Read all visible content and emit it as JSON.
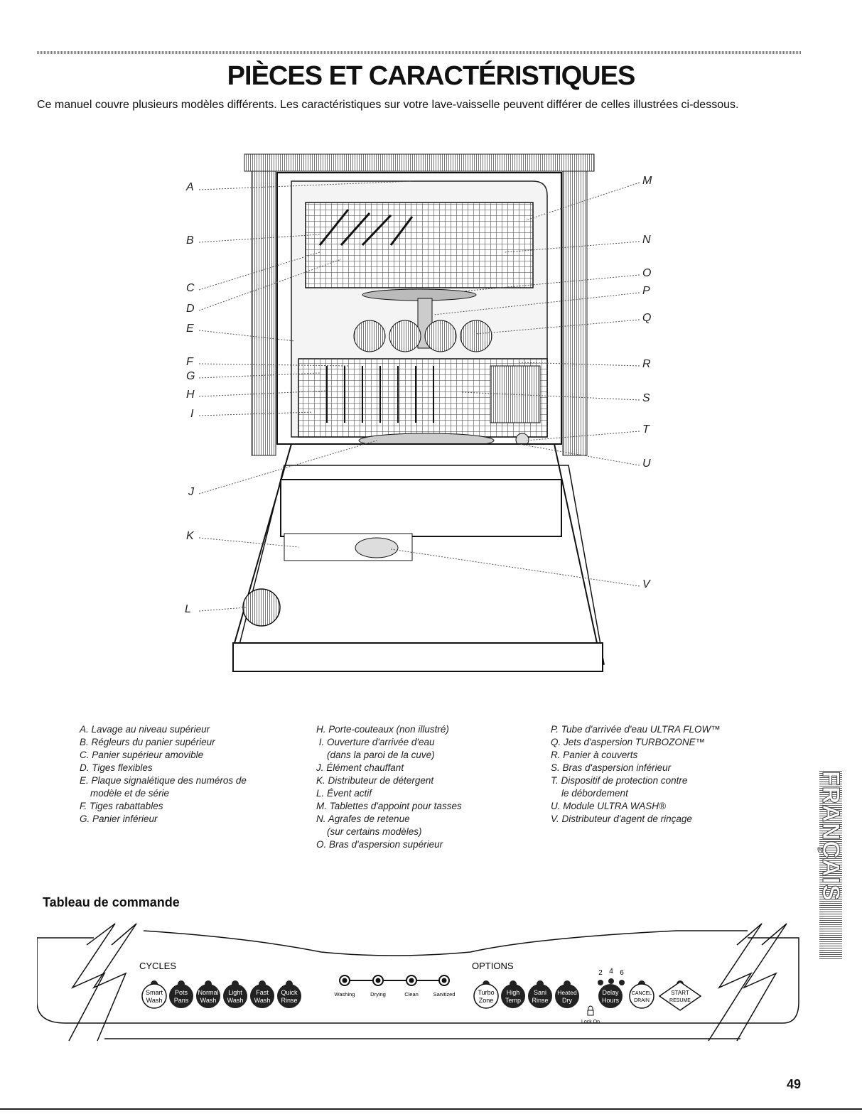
{
  "title": "PIÈCES ET CARACTÉRISTIQUES",
  "intro": "Ce manuel couvre plusieurs modèles différents. Les caractéristiques sur votre lave-vaisselle peuvent différer de celles illustrées ci-dessous.",
  "labels": {
    "A": "A",
    "B": "B",
    "C": "C",
    "D": "D",
    "E": "E",
    "F": "F",
    "G": "G",
    "H": "H",
    "I": "I",
    "J": "J",
    "K": "K",
    "L": "L",
    "M": "M",
    "N": "N",
    "O": "O",
    "P": "P",
    "Q": "Q",
    "R": "R",
    "S": "S",
    "T": "T",
    "U": "U",
    "V": "V"
  },
  "legend": {
    "col1": [
      "A. Lavage au niveau supérieur",
      "B. Régleurs du panier supérieur",
      "C. Panier supérieur amovible",
      "D. Tiges flexibles",
      "E. Plaque signalétique des numéros de",
      "    modèle et de série",
      "F. Tiges rabattables",
      "G. Panier inférieur"
    ],
    "col2": [
      "H. Porte-couteaux (non illustré)",
      " I. Ouverture d'arrivée d'eau",
      "    (dans la paroi de la cuve)",
      "J. Élément chauffant",
      "K. Distributeur de détergent",
      "L. Évent actif",
      "M. Tablettes d'appoint pour tasses",
      "N. Agrafes de retenue",
      "    (sur certains modèles)",
      "O. Bras d'aspersion supérieur"
    ],
    "col3": [
      "P. Tube d'arrivée d'eau ULTRA FLOW™",
      "Q. Jets d'aspersion TURBOZONE™",
      "R. Panier à couverts",
      "S. Bras d'aspersion inférieur",
      "T. Dispositif de protection contre",
      "    le débordement",
      "U. Module ULTRA WASH®",
      "V. Distributeur d'agent de rinçage"
    ]
  },
  "subheading": "Tableau de commande",
  "panel": {
    "cycles_label": "CYCLES",
    "options_label": "OPTIONS",
    "cycles": [
      [
        "Smart",
        "Wash"
      ],
      [
        "Pots",
        "Pans"
      ],
      [
        "Normal",
        "Wash"
      ],
      [
        "Light",
        "Wash"
      ],
      [
        "Fast",
        "Wash"
      ],
      [
        "Quick",
        "Rinse"
      ]
    ],
    "status": [
      "Washing",
      "Drying",
      "Clean",
      "Sanitized"
    ],
    "options": [
      [
        "Turbo",
        "Zone"
      ],
      [
        "High",
        "Temp"
      ],
      [
        "Sani",
        "Rinse"
      ],
      [
        "Heated",
        "Dry"
      ],
      [
        "Delay",
        "Hours"
      ],
      [
        "CANCEL",
        "DRAIN"
      ]
    ],
    "delay_hours": [
      "2",
      "4",
      "6"
    ],
    "lock": "Lock On",
    "start": [
      "START",
      "RESUME"
    ]
  },
  "side_text": "FRANÇAIS",
  "page_number": "49"
}
